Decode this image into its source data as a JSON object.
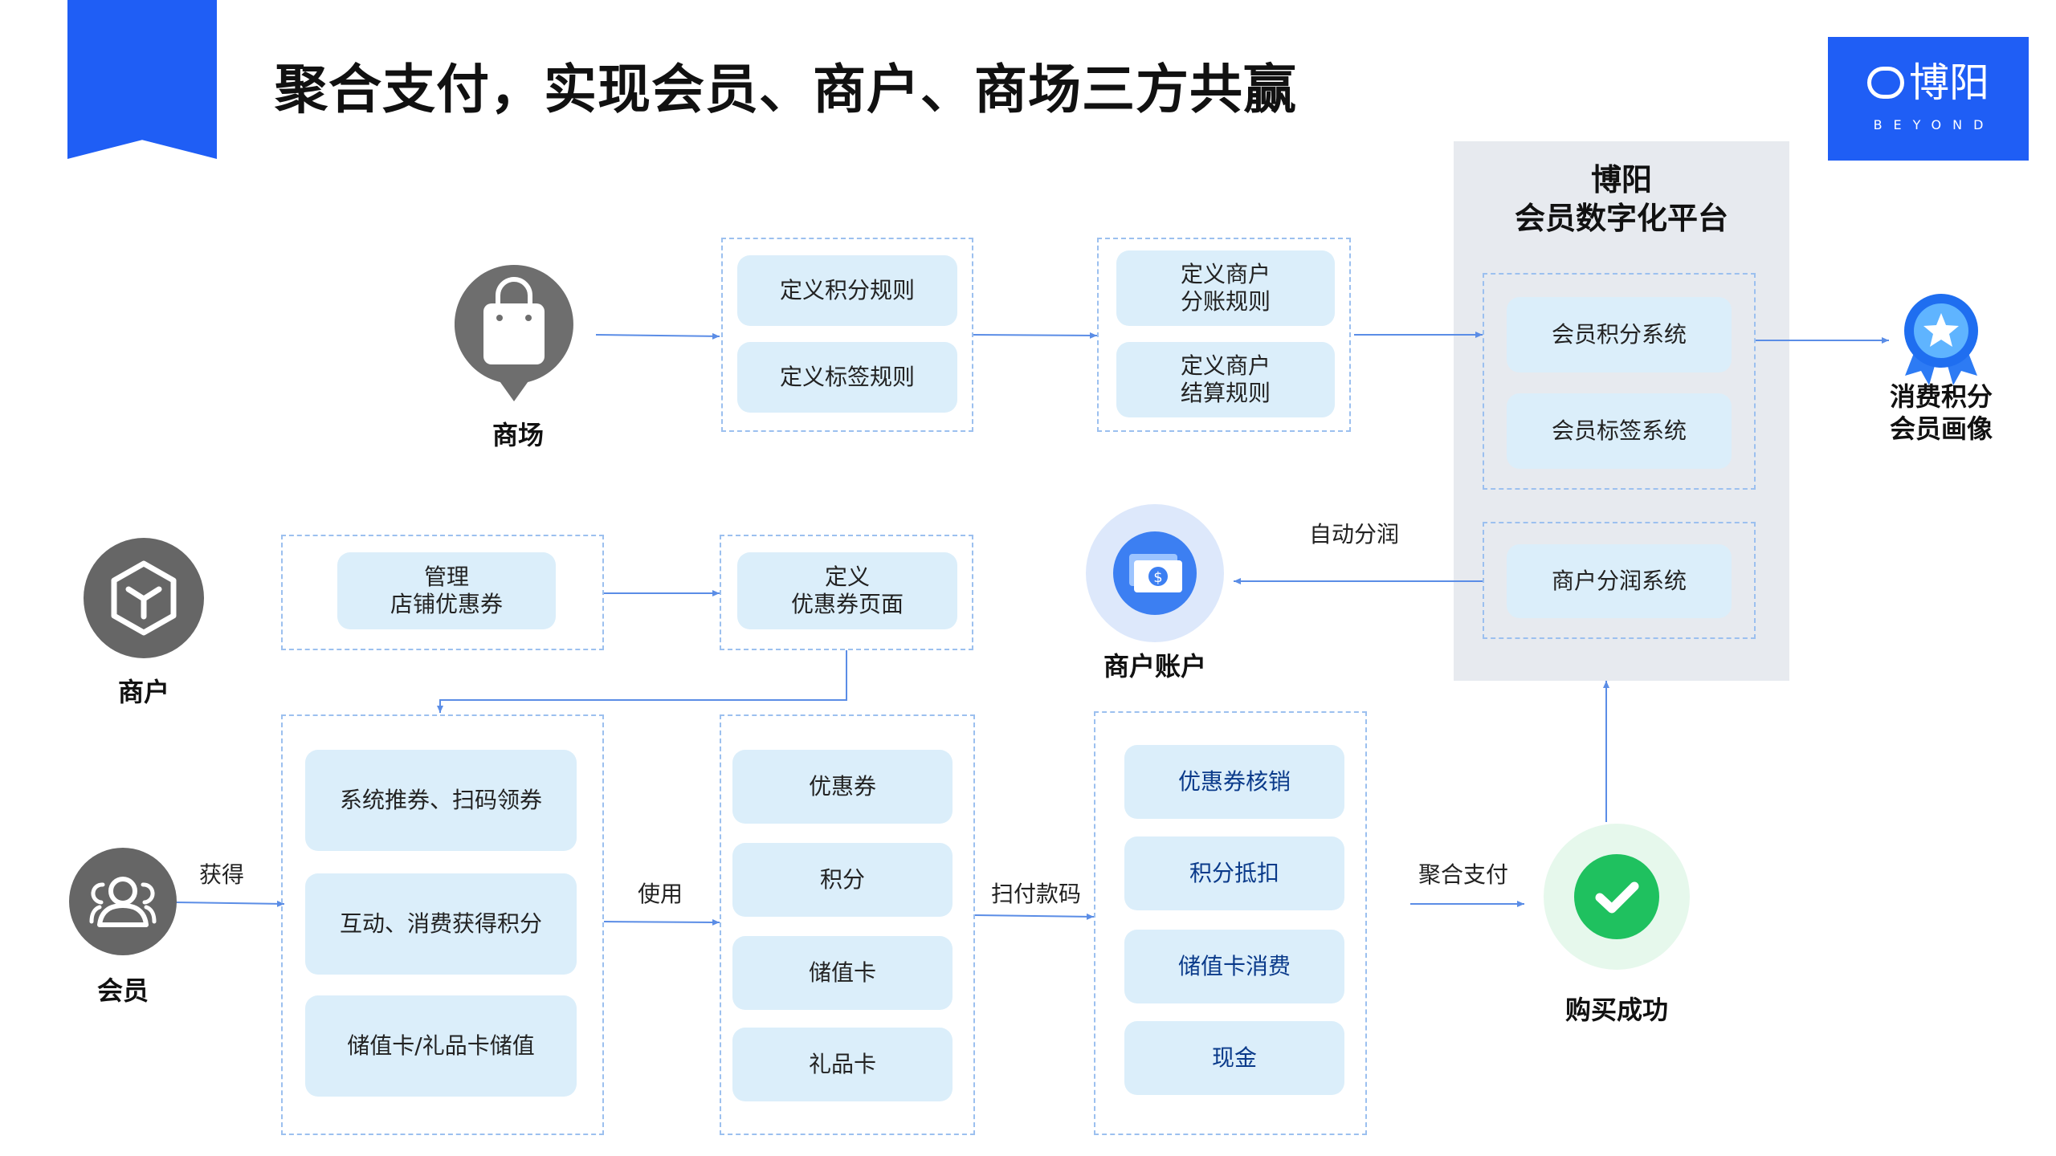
{
  "title": "聚合支付，实现会员、商户、商场三方共赢",
  "logo": {
    "name": "博阳",
    "sub": "BEYOND"
  },
  "platform": {
    "title": "博阳\n会员数字化平台"
  },
  "actors": {
    "mall": "商场",
    "merchant": "商户",
    "member": "会员",
    "merchant_account": "商户账户",
    "purchase_success": "购买成功",
    "member_result": "消费积分\n会员画像"
  },
  "mall_rules": [
    "定义积分规则",
    "定义标签规则"
  ],
  "merchant_rules": [
    "定义商户\n分账规则",
    "定义商户\n结算规则"
  ],
  "platform_systems": [
    "会员积分系统",
    "会员标签系统"
  ],
  "profit_system": "商户分润系统",
  "merchant_actions": {
    "manage": "管理\n店铺优惠券",
    "define": "定义\n优惠券页面"
  },
  "member_acquire": [
    "系统推券、扫码领券",
    "互动、消费获得积分",
    "储值卡/礼品卡储值"
  ],
  "assets": [
    "优惠券",
    "积分",
    "储值卡",
    "礼品卡"
  ],
  "payments": [
    "优惠券核销",
    "积分抵扣",
    "储值卡消费",
    "现金"
  ],
  "edge_labels": {
    "acquire": "获得",
    "use": "使用",
    "scan": "扫付款码",
    "aggregate_pay": "聚合支付",
    "auto_profit": "自动分润"
  },
  "colors": {
    "brand": "#1f5ef5",
    "box": "#dbeefa",
    "success": "#1fc15f",
    "actor_gray": "#666666"
  }
}
